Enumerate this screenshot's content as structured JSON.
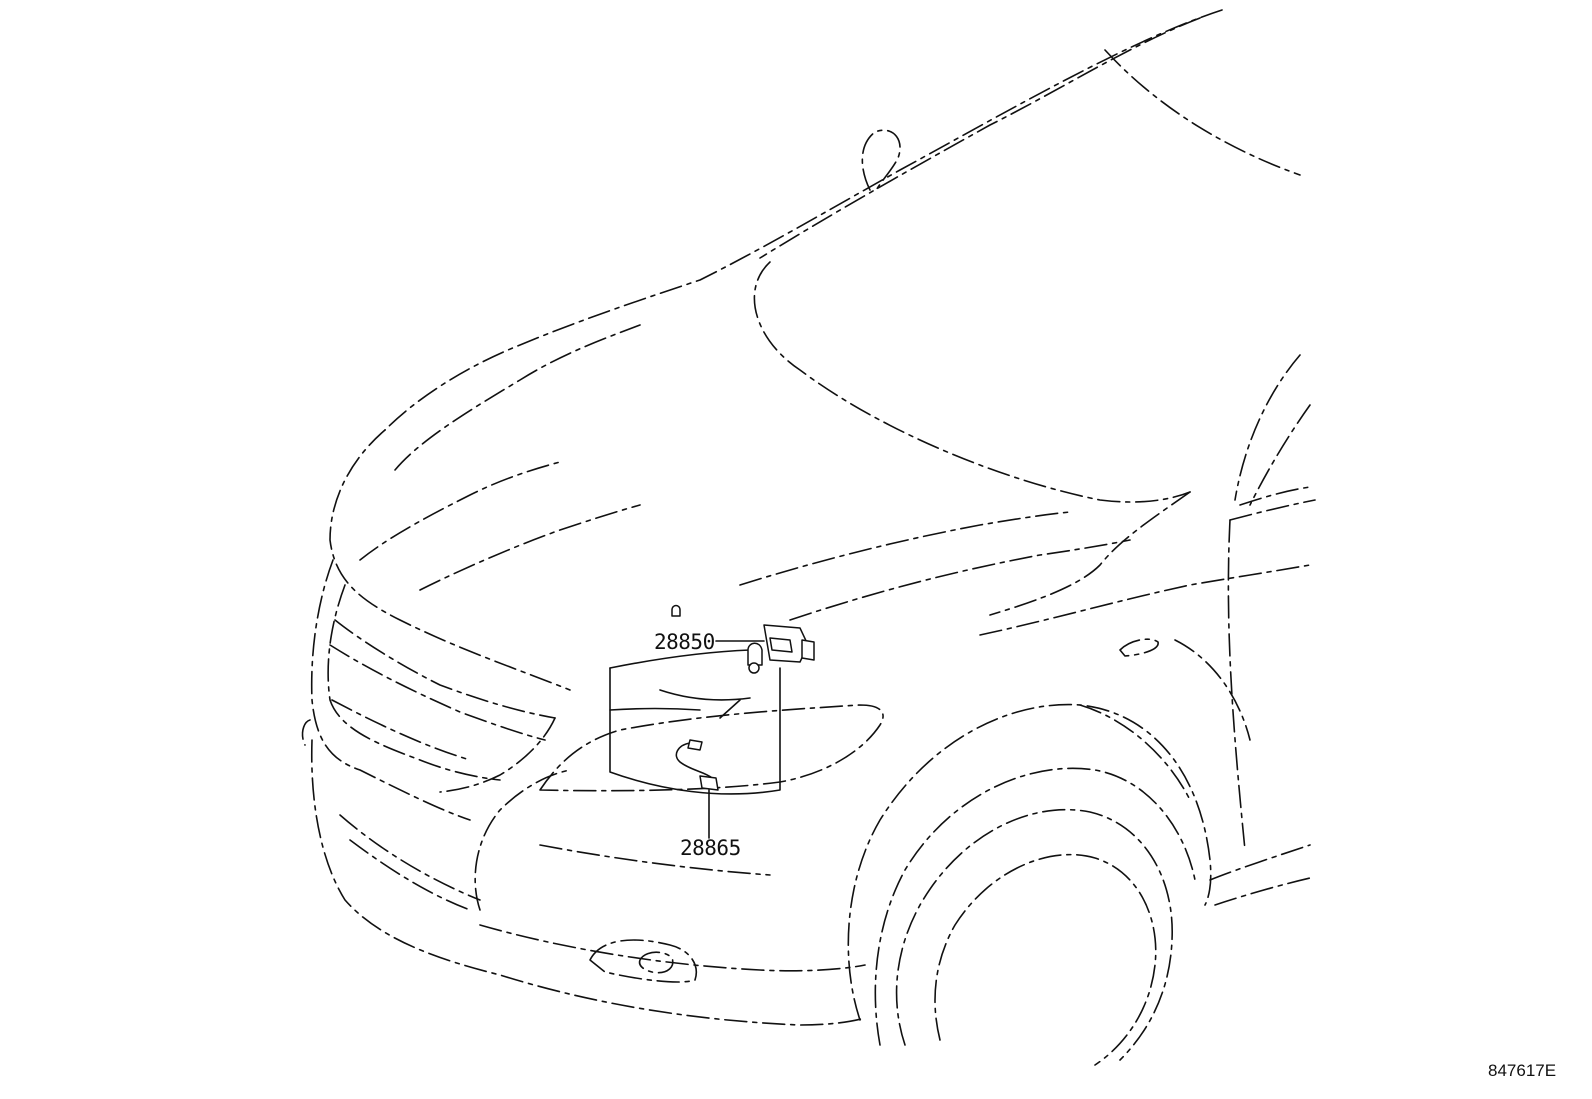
{
  "diagram": {
    "callouts": [
      {
        "id": "horn",
        "label": "28850"
      },
      {
        "id": "sensor",
        "label": "28865"
      }
    ],
    "reference_code": "847617E"
  }
}
